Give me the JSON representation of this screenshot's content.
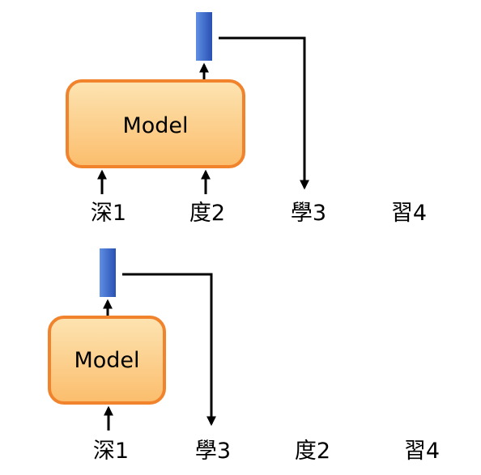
{
  "top_diagram": {
    "model_label": "Model",
    "tokens": [
      "深1",
      "度2",
      "學3",
      "習4"
    ]
  },
  "bottom_diagram": {
    "model_label": "Model",
    "tokens": [
      "深1",
      "學3",
      "度2",
      "習4"
    ]
  },
  "colors": {
    "model_fill_light": "#fde0a8",
    "model_fill_dark": "#fbc071",
    "model_border": "#f0832c",
    "vector_light": "#5b8be0",
    "vector_dark": "#2a55b8",
    "arrow": "#000000"
  }
}
